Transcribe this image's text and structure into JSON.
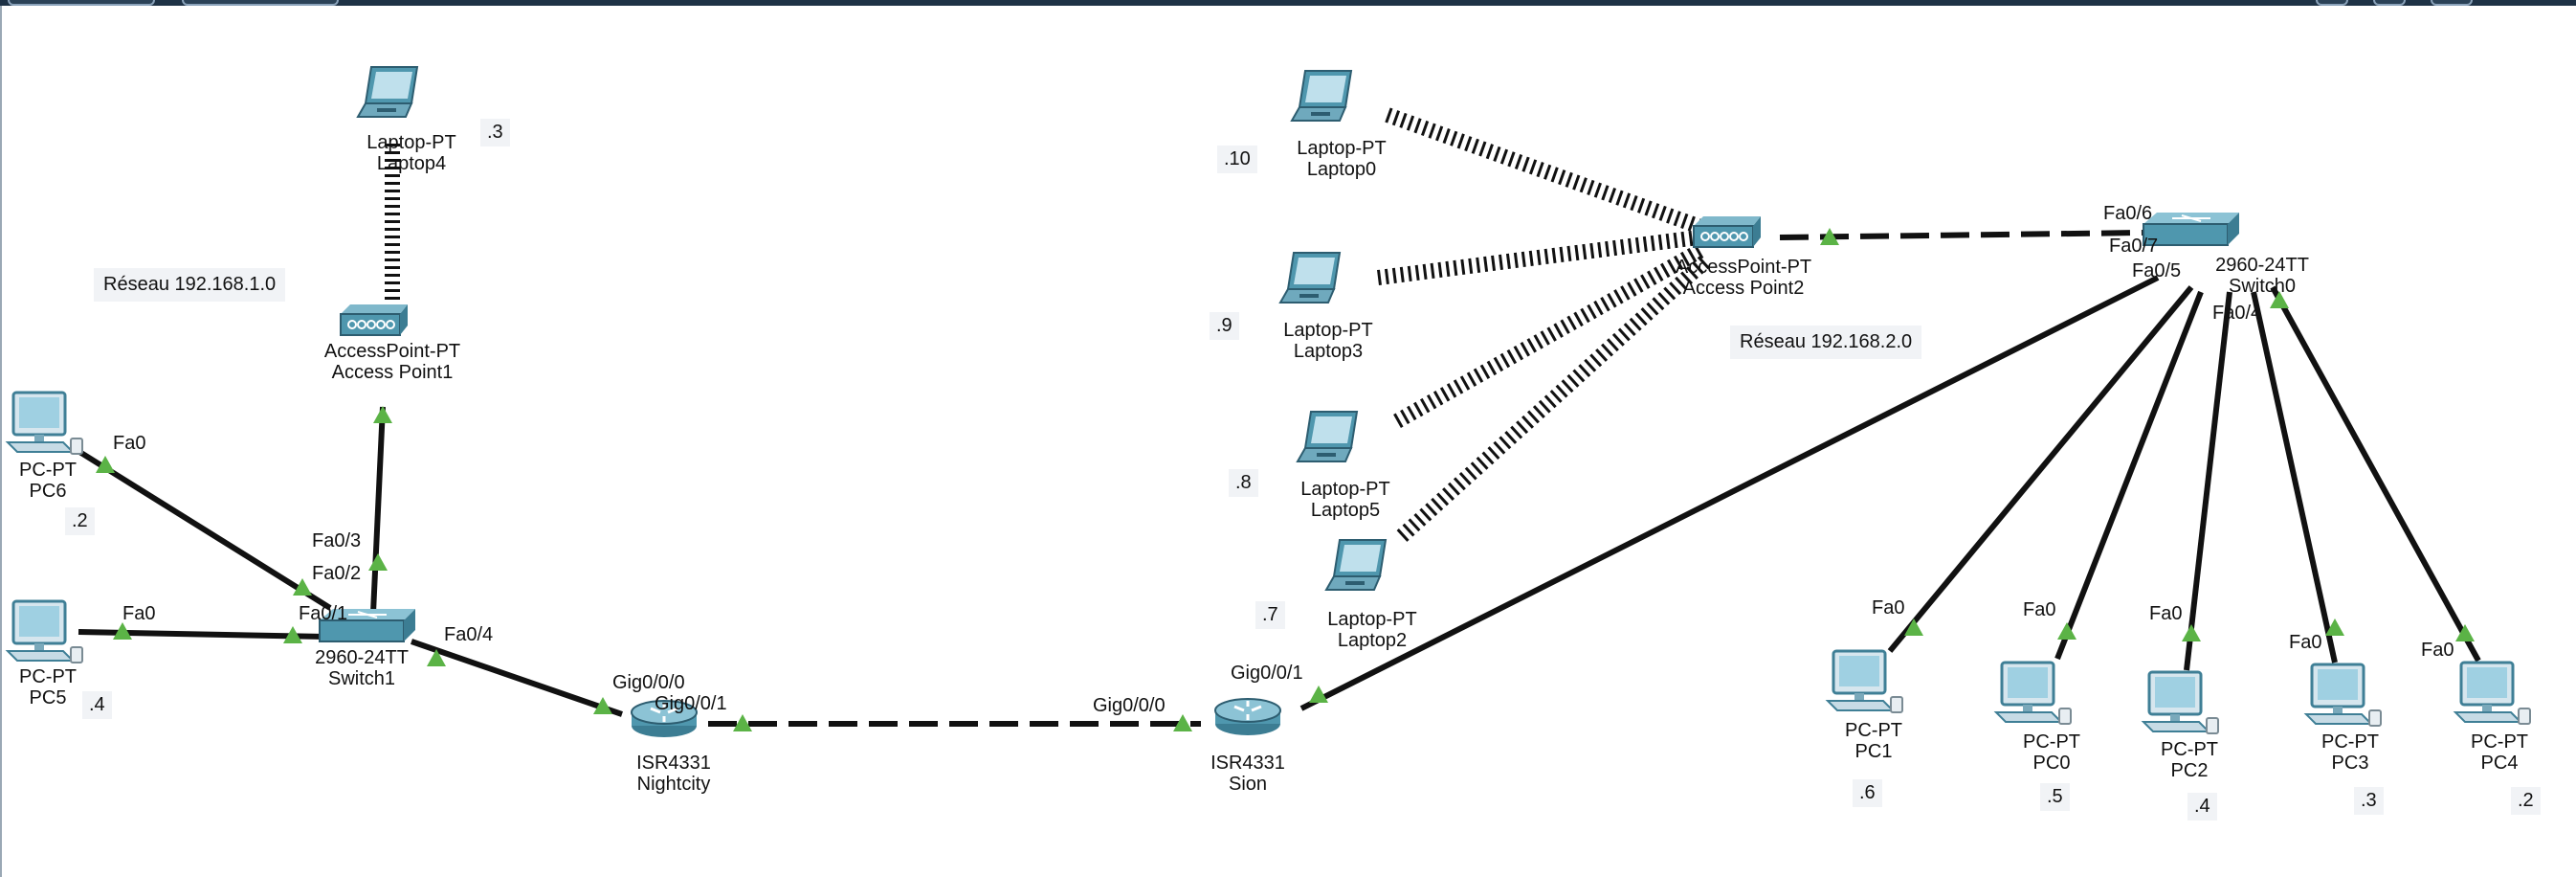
{
  "colors": {
    "link": "#111111",
    "link_up": "#5bb346",
    "device": "#4f97ae",
    "topbar": "#1e3246"
  },
  "networks": {
    "left": "Réseau 192.168.1.0",
    "right": "Réseau 192.168.2.0"
  },
  "devices": {
    "laptop4": {
      "type": "Laptop-PT",
      "name": "Laptop4",
      "ip": ".3",
      "icon": "laptop-icon"
    },
    "ap1": {
      "type": "AccessPoint-PT",
      "name": "Access Point1",
      "icon": "access-point-icon"
    },
    "pc6": {
      "type": "PC-PT",
      "name": "PC6",
      "ip": ".2",
      "icon": "pc-icon"
    },
    "pc5": {
      "type": "PC-PT",
      "name": "PC5",
      "ip": ".4",
      "icon": "pc-icon"
    },
    "switch1": {
      "type": "2960-24TT",
      "name": "Switch1",
      "icon": "switch-icon"
    },
    "nightcity": {
      "type": "ISR4331",
      "name": "Nightcity",
      "icon": "router-icon"
    },
    "sion": {
      "type": "ISR4331",
      "name": "Sion",
      "icon": "router-icon"
    },
    "laptop0": {
      "type": "Laptop-PT",
      "name": "Laptop0",
      "ip": ".10",
      "icon": "laptop-icon"
    },
    "laptop3": {
      "type": "Laptop-PT",
      "name": "Laptop3",
      "ip": ".9",
      "icon": "laptop-icon"
    },
    "laptop5": {
      "type": "Laptop-PT",
      "name": "Laptop5",
      "ip": ".8",
      "icon": "laptop-icon"
    },
    "laptop2": {
      "type": "Laptop-PT",
      "name": "Laptop2",
      "ip": ".7",
      "icon": "laptop-icon"
    },
    "ap2": {
      "type": "AccessPoint-PT",
      "name": "Access Point2",
      "icon": "access-point-icon"
    },
    "switch0": {
      "type": "2960-24TT",
      "name": "Switch0",
      "icon": "switch-icon"
    },
    "pc1": {
      "type": "PC-PT",
      "name": "PC1",
      "ip": ".6",
      "icon": "pc-icon"
    },
    "pc0": {
      "type": "PC-PT",
      "name": "PC0",
      "ip": ".5",
      "icon": "pc-icon"
    },
    "pc2": {
      "type": "PC-PT",
      "name": "PC2",
      "ip": ".4",
      "icon": "pc-icon"
    },
    "pc3": {
      "type": "PC-PT",
      "name": "PC3",
      "ip": ".3",
      "icon": "pc-icon"
    },
    "pc4": {
      "type": "PC-PT",
      "name": "PC4",
      "ip": ".2",
      "icon": "pc-icon"
    }
  },
  "ports": {
    "fa0": "Fa0",
    "fa0_1": "Fa0/1",
    "fa0_2": "Fa0/2",
    "fa0_3": "Fa0/3",
    "fa0_4": "Fa0/4",
    "fa0_5": "Fa0/5",
    "fa0_6": "Fa0/6",
    "fa0_7": "Fa0/7",
    "gig0_0_0": "Gig0/0/0",
    "gig0_0_1": "Gig0/0/1"
  }
}
